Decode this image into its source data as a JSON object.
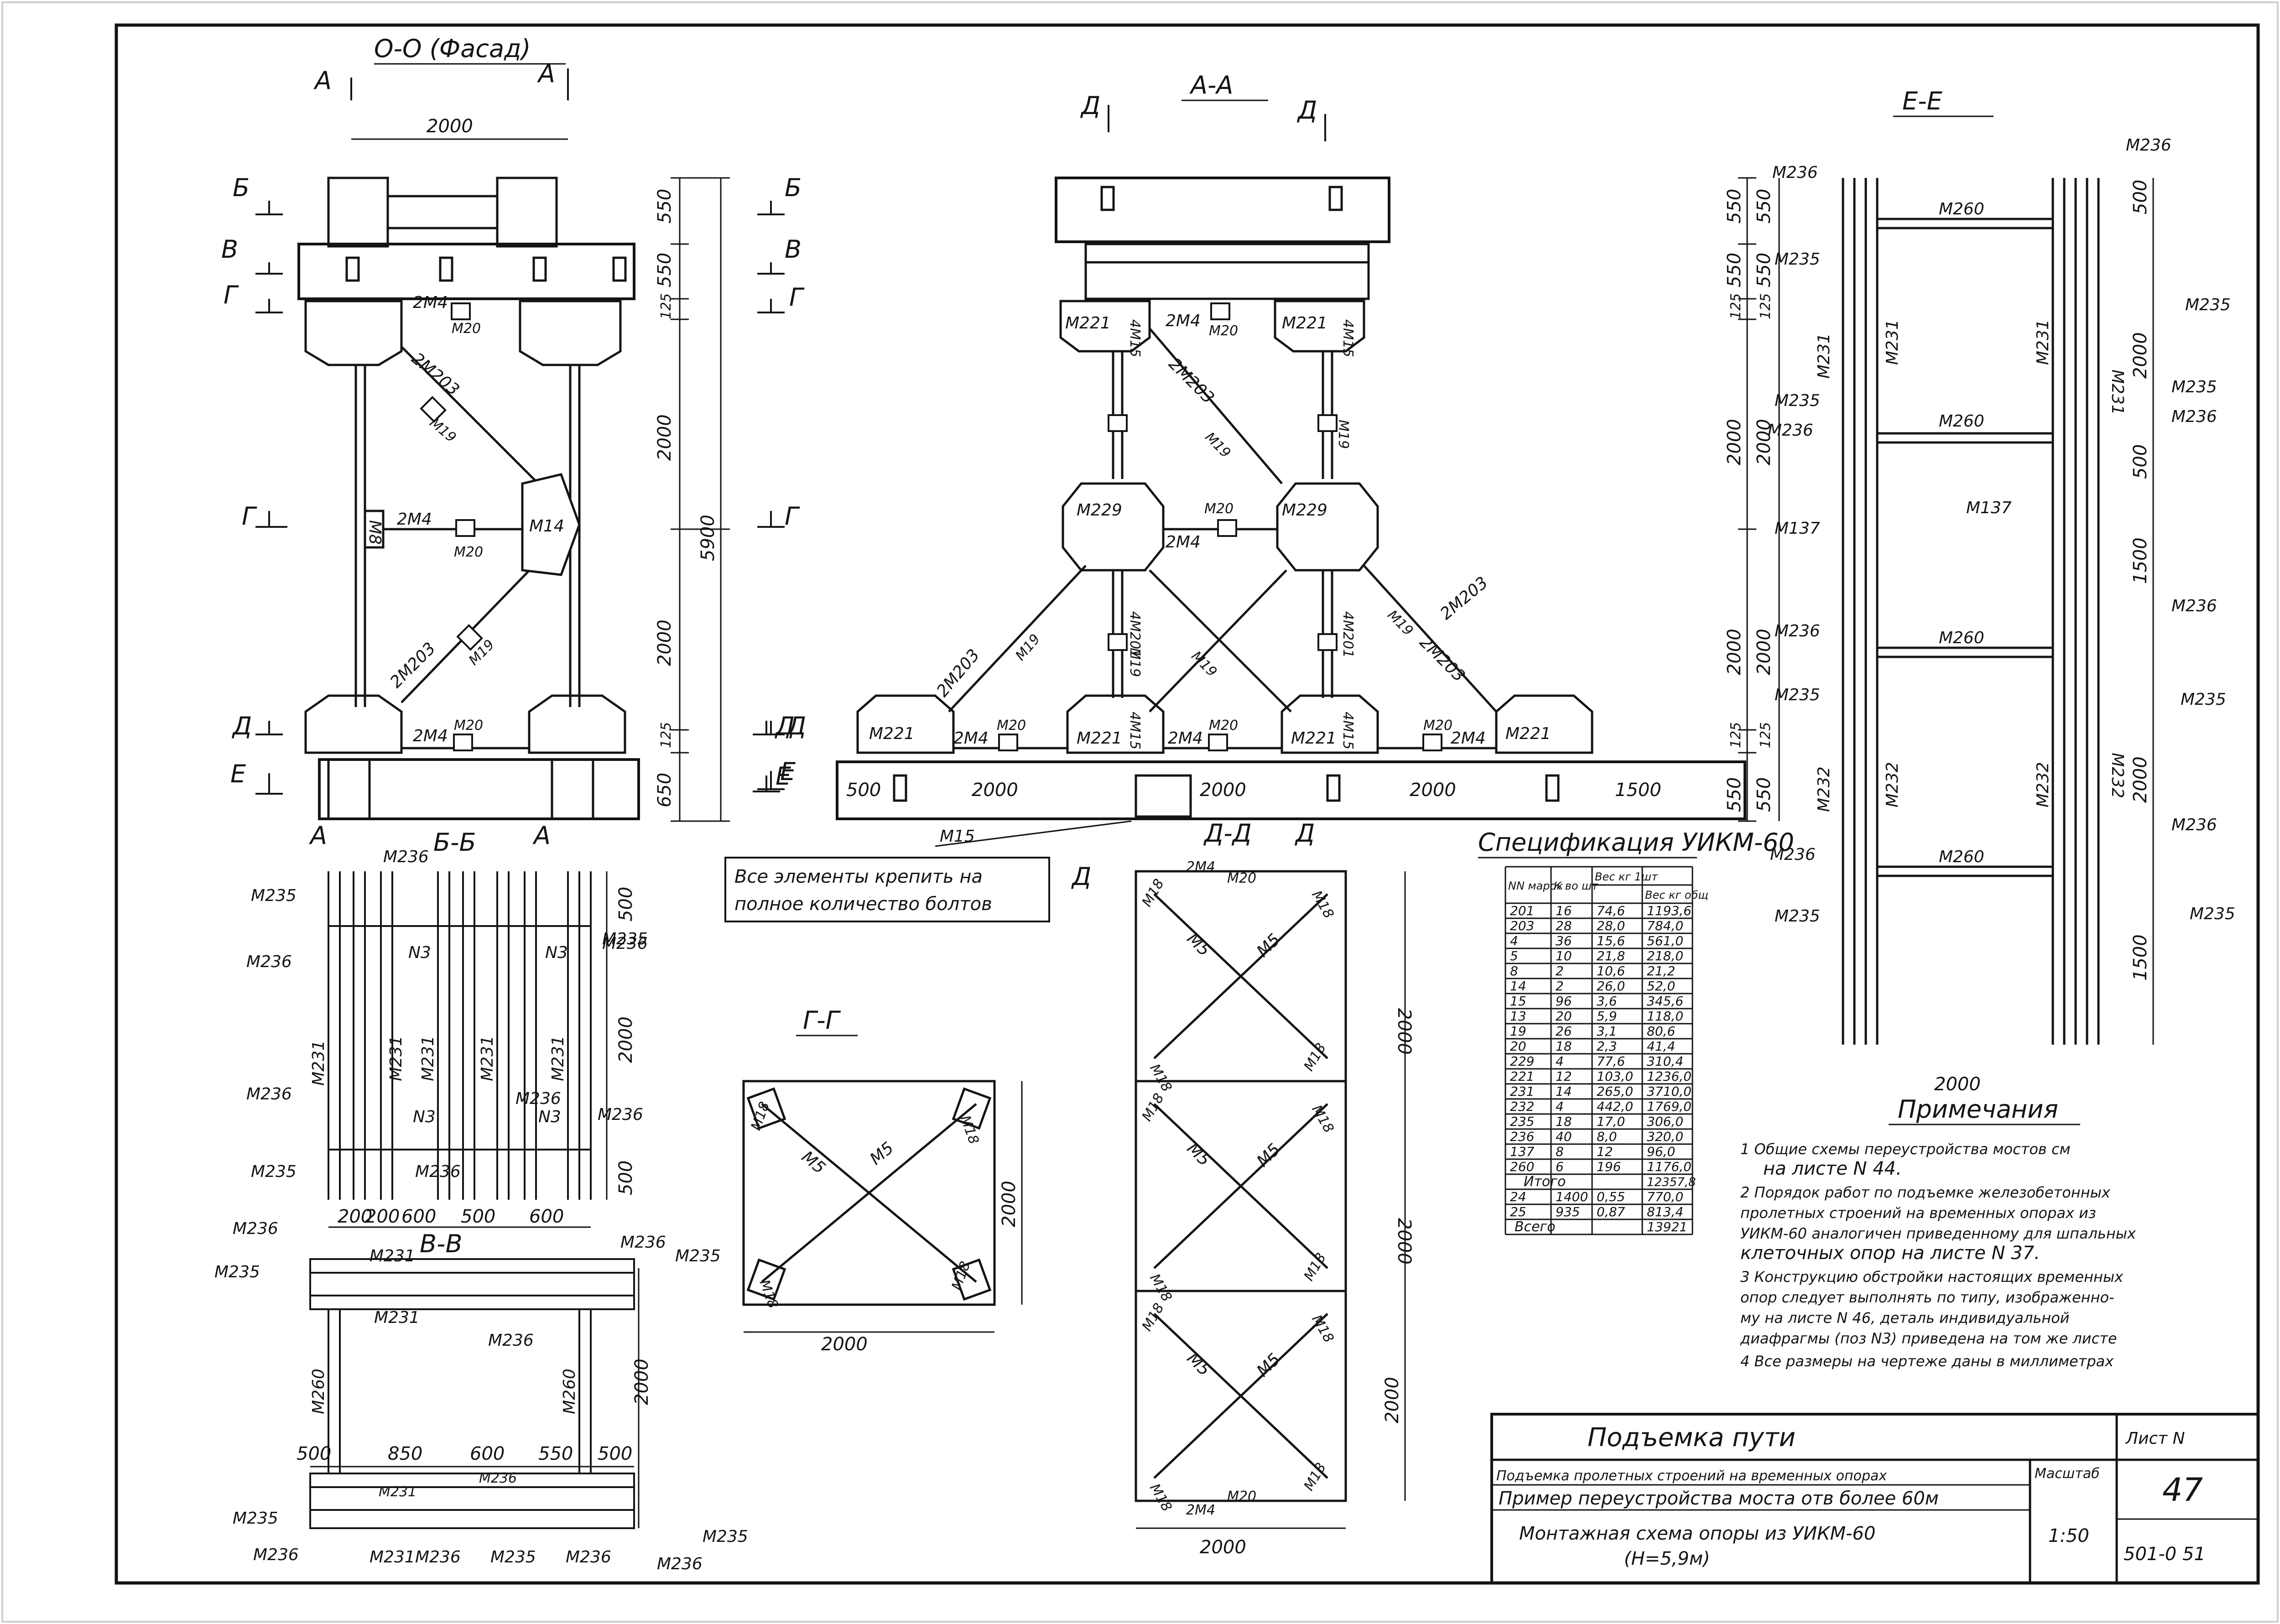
{
  "views": {
    "o_o": {
      "title": "О-О (Фасад)",
      "cut_a": "А",
      "cut_b": "Б",
      "cut_v": "В",
      "cut_g": "Г",
      "cut_d": "Д",
      "cut_e": "Е",
      "dim_width": "2000",
      "dims_right": [
        "550",
        "550",
        "125",
        "2000",
        "2000",
        "125",
        "650"
      ],
      "dim_total": "5900",
      "marks": [
        "2М4",
        "М20",
        "2М203",
        "М19",
        "2М4",
        "М20",
        "М14",
        "М8",
        "2М203",
        "М19",
        "2М4",
        "М20"
      ]
    },
    "a_a": {
      "title": "А-А",
      "cut_d": "Д",
      "dims_right": [
        "550",
        "550",
        "125",
        "2000",
        "2000",
        "125",
        "550"
      ],
      "bottom_dims": [
        "500",
        "2000",
        "2000",
        "2000",
        "1500"
      ],
      "marks_top": [
        "М221",
        "2М4",
        "М20",
        "М221",
        "4М15",
        "4М15"
      ],
      "marks_mid": [
        "М229",
        "М20",
        "М229",
        "2М4",
        "М19",
        "М19",
        "2М203"
      ],
      "marks_low": [
        "2М203",
        "М19",
        "4М201",
        "М19",
        "М19",
        "4М201",
        "2М203",
        "М19",
        "2М203"
      ],
      "marks_bot": [
        "М221",
        "М20",
        "2М4",
        "М221",
        "4М15",
        "М20",
        "2М4",
        "М221",
        "4М15",
        "М20",
        "2М4",
        "М221"
      ],
      "m15": "М15"
    },
    "e_e": {
      "title": "Е-Е",
      "marks_left": [
        "М236",
        "М235",
        "М235",
        "М236",
        "М137",
        "М236",
        "М235",
        "М236",
        "М235"
      ],
      "marks_right": [
        "М236",
        "М235",
        "М235",
        "М236",
        "М236",
        "М235",
        "М236",
        "М235"
      ],
      "marks_center": [
        "М260",
        "М231",
        "М231",
        "М231",
        "М231",
        "М260",
        "М137",
        "М260",
        "М232",
        "М232",
        "М232",
        "М232",
        "М260"
      ],
      "dims_left": [
        "550",
        "550",
        "125",
        "2000",
        "2000",
        "125",
        "550"
      ],
      "dims_right": [
        "500",
        "2000",
        "500",
        "1500",
        "2000",
        "1500"
      ],
      "dim_bottom": "2000"
    },
    "b_b": {
      "title": "Б-Б",
      "marks": [
        "М236",
        "М235",
        "М236",
        "М236",
        "М231",
        "М231",
        "М231",
        "М231",
        "М231",
        "М236",
        "М235",
        "М236",
        "М235",
        "N3",
        "N3",
        "N3",
        "N3",
        "М236",
        "М236"
      ],
      "dims": [
        "500",
        "2000",
        "500"
      ],
      "dims_bottom": [
        "200",
        "200",
        "600",
        "500",
        "600"
      ]
    },
    "v_v": {
      "title": "В-В",
      "marks": [
        "М236",
        "М231",
        "М236",
        "М235",
        "М235",
        "М231",
        "М236",
        "М260",
        "М260",
        "М231",
        "М236",
        "М235",
        "М235",
        "М236",
        "М231",
        "М236",
        "М235",
        "М236",
        "М236"
      ],
      "dims": [
        "500",
        "850",
        "600",
        "550",
        "500"
      ],
      "dim_right": "2000"
    },
    "g_g": {
      "title": "Г-Г",
      "marks": [
        "М18",
        "М18",
        "М18",
        "М18",
        "М5",
        "М5"
      ],
      "dim_side": "2000",
      "dim_bottom": "2000"
    },
    "d_d": {
      "title": "Д-Д",
      "cut_d": "Д",
      "marks": [
        "2М4",
        "М20",
        "М18",
        "М18",
        "М5",
        "М5",
        "М18",
        "М18",
        "М18",
        "М18",
        "М5",
        "М5",
        "М18",
        "М18",
        "М18",
        "М18",
        "М5",
        "М5",
        "М18",
        "М18",
        "2М4",
        "М20"
      ],
      "dims": [
        "2000",
        "2000",
        "2000"
      ],
      "dim_bottom": "2000"
    }
  },
  "note_box": [
    "Все элементы крепить на",
    "полное количество болтов"
  ],
  "spec_table": {
    "title": "Спецификация УИКМ-60",
    "headers": [
      "NN марок",
      "К во шт",
      "Вес кг 1шт",
      "Вес кг общ"
    ],
    "rows": [
      [
        "201",
        "16",
        "74,6",
        "1193,6"
      ],
      [
        "203",
        "28",
        "28,0",
        "784,0"
      ],
      [
        "4",
        "36",
        "15,6",
        "561,0"
      ],
      [
        "5",
        "10",
        "21,8",
        "218,0"
      ],
      [
        "8",
        "2",
        "10,6",
        "21,2"
      ],
      [
        "14",
        "2",
        "26,0",
        "52,0"
      ],
      [
        "15",
        "96",
        "3,6",
        "345,6"
      ],
      [
        "13",
        "20",
        "5,9",
        "118,0"
      ],
      [
        "19",
        "26",
        "3,1",
        "80,6"
      ],
      [
        "20",
        "18",
        "2,3",
        "41,4"
      ],
      [
        "229",
        "4",
        "77,6",
        "310,4"
      ],
      [
        "221",
        "12",
        "103,0",
        "1236,0"
      ],
      [
        "231",
        "14",
        "265,0",
        "3710,0"
      ],
      [
        "232",
        "4",
        "442,0",
        "1769,0"
      ],
      [
        "235",
        "18",
        "17,0",
        "306,0"
      ],
      [
        "236",
        "40",
        "8,0",
        "320,0"
      ],
      [
        "137",
        "8",
        "12",
        "96,0"
      ],
      [
        "260",
        "6",
        "196",
        "1176,0"
      ]
    ],
    "itogo_label": "Итого",
    "itogo_value": "12357,8",
    "extra_rows": [
      [
        "24",
        "1400",
        "0,55",
        "770,0"
      ],
      [
        "25",
        "935",
        "0,87",
        "813,4"
      ]
    ],
    "total_label": "Всего",
    "total_value": "13921"
  },
  "notes": {
    "title": "Примечания",
    "lines": [
      "1 Общие схемы переустройства мостов см",
      "на листе N 44.",
      "2 Порядок работ по подъемке железобетонных",
      "пролетных строений на временных опорах из",
      "УИКМ-60 аналогичен приведенному для шпальных",
      "клеточных опор на листе N 37.",
      "3 Конструкцию обстройки настоящих временных",
      "опор следует выполнять по типу, изображенно-",
      "му на листе N 46, деталь индивидуальной",
      "диафрагмы (поз N3) приведена на том же листе",
      "4 Все размеры на чертеже даны в миллиметрах"
    ]
  },
  "title_block": {
    "name": "Подъемка пути",
    "line1": "Подъемка пролетных строений на временных опорах",
    "line2": "Пример переустройства моста отв более 60м",
    "line3": "Монтажная схема опоры из УИКМ-60",
    "line4": "(Н=5,9м)",
    "sheet_label": "Лист N",
    "sheet_num": "47",
    "scale_label": "Масштаб",
    "scale": "1:50",
    "code": "501-0 51"
  }
}
